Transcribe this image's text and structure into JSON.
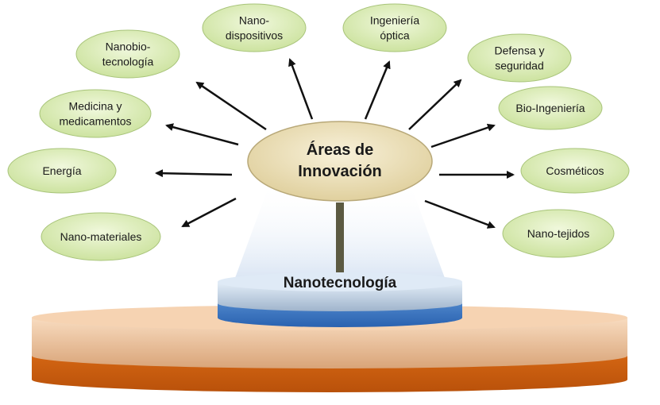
{
  "center": {
    "line1": "Áreas de",
    "line2": "Innovación"
  },
  "base": {
    "label": "Nanotecnología"
  },
  "areas": [
    {
      "id": "nano-dispositivos",
      "lines": [
        "Nano-",
        "dispositivos"
      ]
    },
    {
      "id": "ingenieria-optica",
      "lines": [
        "Ingeniería",
        "óptica"
      ]
    },
    {
      "id": "nanobiotecnologia",
      "lines": [
        "Nanobio-",
        "tecnología"
      ]
    },
    {
      "id": "defensa-seguridad",
      "lines": [
        "Defensa y",
        "seguridad"
      ]
    },
    {
      "id": "medicina",
      "lines": [
        "Medicina y",
        "medicamentos"
      ]
    },
    {
      "id": "bio-ingenieria",
      "lines": [
        "Bio-Ingeniería"
      ]
    },
    {
      "id": "energia",
      "lines": [
        "Energía"
      ]
    },
    {
      "id": "cosmeticos",
      "lines": [
        "Cosméticos"
      ]
    },
    {
      "id": "nano-materiales",
      "lines": [
        "Nano-materiales"
      ]
    },
    {
      "id": "nano-tejidos",
      "lines": [
        "Nano-tejidos"
      ]
    }
  ],
  "colors": {
    "node_fill": "#dcecb4",
    "center_fill": "#efe4bf",
    "blue": "#4a86d0",
    "orange": "#e06a10",
    "peach": "#f3c9a2"
  }
}
